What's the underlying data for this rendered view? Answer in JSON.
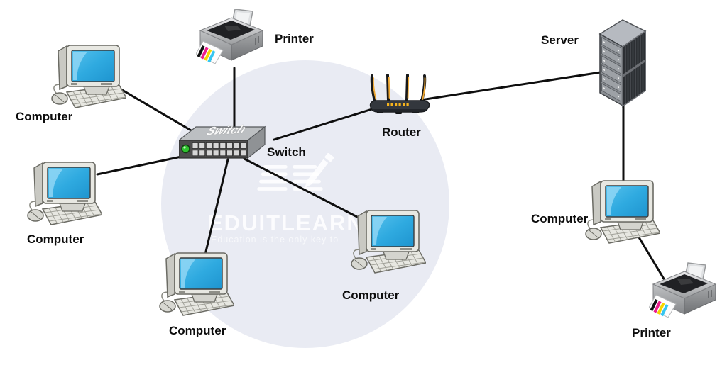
{
  "diagram": {
    "type": "network-topology",
    "watermark": {
      "brand": "EDUITLEARN",
      "tagline": "Education is the only key to",
      "icon": "open-book-with-pencil-icon",
      "circle_color": "#e9ebf3"
    },
    "nodes": [
      {
        "id": "computer-1",
        "type": "computer",
        "label": "Computer",
        "position": "top-left"
      },
      {
        "id": "printer-1",
        "type": "printer",
        "label": "Printer",
        "position": "top-center"
      },
      {
        "id": "switch",
        "type": "switch",
        "label": "Switch",
        "device_text": "Switch",
        "position": "center"
      },
      {
        "id": "router",
        "type": "router",
        "label": "Router",
        "position": "center-right"
      },
      {
        "id": "server",
        "type": "server",
        "label": "Server",
        "position": "top-right"
      },
      {
        "id": "computer-2",
        "type": "computer",
        "label": "Computer",
        "position": "mid-left"
      },
      {
        "id": "computer-3",
        "type": "computer",
        "label": "Computer",
        "position": "bottom-center-left"
      },
      {
        "id": "computer-4",
        "type": "computer",
        "label": "Computer",
        "position": "bottom-center"
      },
      {
        "id": "computer-5",
        "type": "computer",
        "label": "Computer",
        "position": "right"
      },
      {
        "id": "printer-2",
        "type": "printer",
        "label": "Printer",
        "position": "bottom-right"
      }
    ],
    "edges": [
      {
        "from": "computer-1",
        "to": "switch"
      },
      {
        "from": "printer-1",
        "to": "switch"
      },
      {
        "from": "switch",
        "to": "router"
      },
      {
        "from": "router",
        "to": "server"
      },
      {
        "from": "switch",
        "to": "computer-2"
      },
      {
        "from": "switch",
        "to": "computer-3"
      },
      {
        "from": "switch",
        "to": "computer-4"
      },
      {
        "from": "server",
        "to": "computer-5"
      },
      {
        "from": "computer-5",
        "to": "printer-2"
      }
    ],
    "colors": {
      "cable": "#0e0e0e",
      "screen_blue": "#2faae0",
      "led_green": "#2ec22e",
      "router_accent_yellow": "#f0a832",
      "printer_bars": [
        "#111111",
        "#ec1e8e",
        "#f6d500",
        "#35c6f0"
      ]
    }
  }
}
